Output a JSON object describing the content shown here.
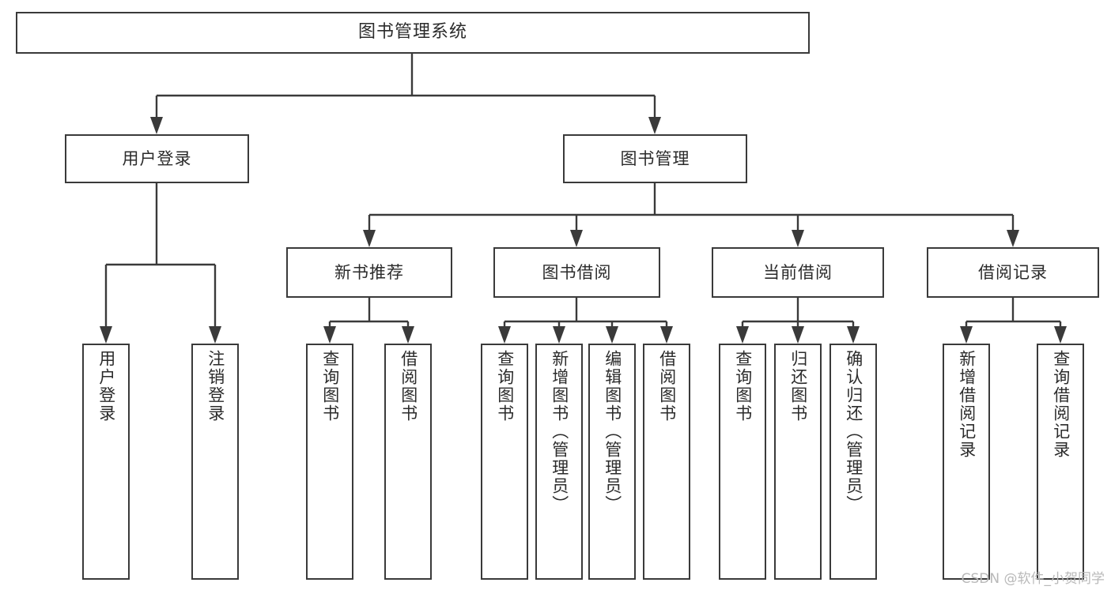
{
  "diagram": {
    "type": "tree-hierarchy",
    "title": "图书管理系统",
    "watermark": "CSDN @软件_小贺同学",
    "colors": {
      "stroke": "#3a3a3a",
      "box_fill": "#ffffff",
      "text": "#2b2b2b",
      "background": "#ffffff",
      "watermark": "#b9b9b9"
    },
    "root": {
      "label": "图书管理系统"
    },
    "level1": [
      {
        "label": "用户登录"
      },
      {
        "label": "图书管理"
      }
    ],
    "level2": [
      {
        "label": "新书推荐"
      },
      {
        "label": "图书借阅"
      },
      {
        "label": "当前借阅"
      },
      {
        "label": "借阅记录"
      }
    ],
    "leaves": {
      "user_login": [
        {
          "label": "用户登录"
        },
        {
          "label": "注销登录"
        }
      ],
      "new_book_recommend": [
        {
          "label": "查询图书"
        },
        {
          "label": "借阅图书"
        }
      ],
      "book_borrow": [
        {
          "label": "查询图书"
        },
        {
          "label": "新增图书（管理员）"
        },
        {
          "label": "编辑图书（管理员）"
        },
        {
          "label": "借阅图书"
        }
      ],
      "current_borrow": [
        {
          "label": "查询图书"
        },
        {
          "label": "归还图书"
        },
        {
          "label": "确认归还（管理员）"
        }
      ],
      "borrow_record": [
        {
          "label": "新增借阅记录"
        },
        {
          "label": "查询借阅记录"
        }
      ]
    }
  }
}
